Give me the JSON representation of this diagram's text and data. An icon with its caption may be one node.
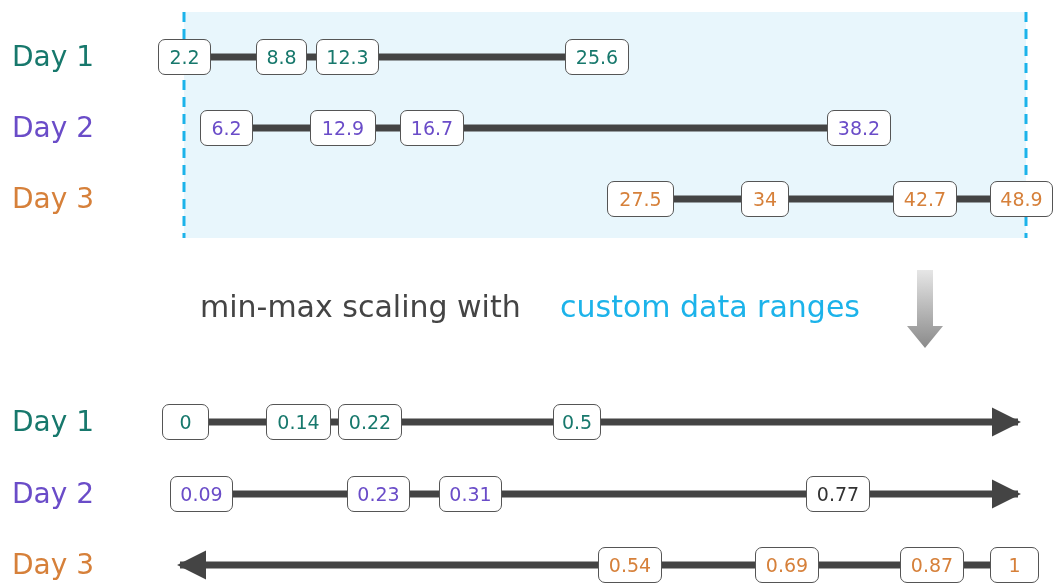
{
  "diagram": {
    "nodes": [
      {
        "text": [
          "2.2"
        ]
      },
      {
        "text": [
          "8.8"
        ]
      },
      {
        "text": [
          "12.3"
        ]
      },
      {
        "text": [
          "25.6"
        ]
      },
      {
        "text": [
          "6.2"
        ]
      },
      {
        "text": [
          "12.9"
        ]
      },
      {
        "text": [
          "16.7"
        ]
      },
      {
        "text": [
          "38.2"
        ]
      },
      {
        "text": [
          "27.5"
        ]
      },
      {
        "text": [
          "34"
        ]
      },
      {
        "text": [
          "42.7"
        ]
      },
      {
        "text": [
          "48.9"
        ]
      },
      {
        "text": [
          "0"
        ]
      },
      {
        "text": [
          "0.14"
        ]
      },
      {
        "text": [
          "0.22"
        ]
      },
      {
        "text": [
          "0.5"
        ]
      },
      {
        "text": [
          "0.09"
        ]
      },
      {
        "text": [
          "0.23"
        ]
      },
      {
        "text": [
          "0.31"
        ]
      },
      {
        "text": [
          "0.77"
        ]
      },
      {
        "text": [
          "0.54"
        ]
      },
      {
        "text": [
          "0.69"
        ]
      },
      {
        "text": [
          "0.87"
        ]
      },
      {
        "text": [
          "1"
        ]
      }
    ],
    "edges": [
      {
        "from": 0,
        "to": 1,
        "arrow": "none"
      },
      {
        "from": 1,
        "to": 2,
        "arrow": "none"
      },
      {
        "from": 2,
        "to": 3,
        "arrow": "none"
      },
      {
        "from": 4,
        "to": 5,
        "arrow": "none"
      },
      {
        "from": 5,
        "to": 6,
        "arrow": "none"
      },
      {
        "from": 6,
        "to": 7,
        "arrow": "none"
      },
      {
        "from": 8,
        "to": 9,
        "arrow": "none"
      },
      {
        "from": 9,
        "to": 10,
        "arrow": "none"
      },
      {
        "from": 10,
        "to": 11,
        "arrow": "none"
      },
      {
        "from": 12,
        "to": 13,
        "arrow": "none"
      },
      {
        "from": 13,
        "to": 14,
        "arrow": "none"
      },
      {
        "from": 14,
        "to": 15,
        "arrow": "none"
      },
      {
        "from": 15,
        "to": null,
        "arrow": "to"
      },
      {
        "from": 16,
        "to": 17,
        "arrow": "none"
      },
      {
        "from": 17,
        "to": 18,
        "arrow": "none"
      },
      {
        "from": 18,
        "to": 19,
        "arrow": "none"
      },
      {
        "from": 19,
        "to": null,
        "arrow": "to"
      },
      {
        "from": 20,
        "to": null,
        "arrow": "to"
      },
      {
        "from": 20,
        "to": 21,
        "arrow": "none"
      },
      {
        "from": 21,
        "to": 22,
        "arrow": "none"
      },
      {
        "from": 22,
        "to": 23,
        "arrow": "none"
      }
    ],
    "labels": [
      "Day 1",
      "Day 2",
      "Day 3",
      "min-max scaling with",
      "custom data ranges",
      "Day 1",
      "Day 2",
      "Day 3"
    ]
  }
}
